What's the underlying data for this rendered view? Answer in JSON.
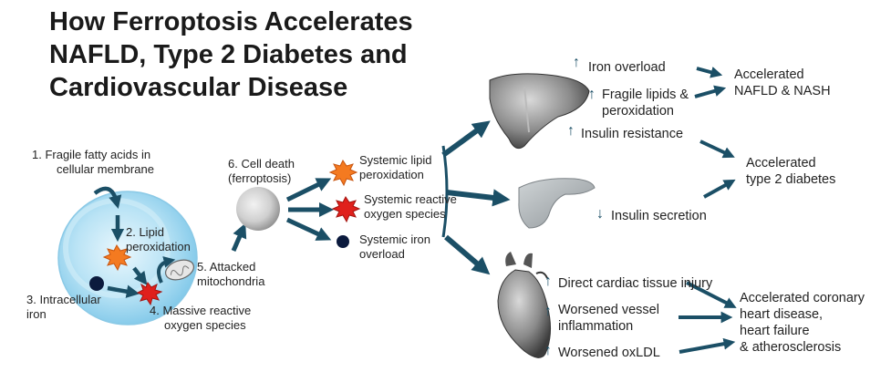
{
  "title": {
    "line1": "How Ferroptosis Accelerates",
    "line2": "NAFLD, Type 2 Diabetes and",
    "line3": "Cardiovascular Disease"
  },
  "cell": {
    "step1": [
      "1.   Fragile fatty acids in",
      "cellular membrane"
    ],
    "step2": [
      "2. Lipid",
      "peroxidation"
    ],
    "step3": [
      "3. Intracellular",
      "iron"
    ],
    "step4": [
      "4. Massive reactive",
      "oxygen species"
    ],
    "step5": [
      "5. Attacked",
      "mitochondria"
    ]
  },
  "death": {
    "label": [
      "6. Cell death",
      "(ferroptosis)"
    ]
  },
  "systemic": {
    "lipid": [
      "Systemic lipid",
      "peroxidation"
    ],
    "ros": [
      "Systemic reactive",
      "oxygen species"
    ],
    "iron": [
      "Systemic iron",
      "overload"
    ]
  },
  "liver": {
    "iron": "Iron overload",
    "lipids": [
      "Fragile lipids &",
      "peroxidation"
    ],
    "insulin": "Insulin resistance"
  },
  "pancreas": {
    "secretion": "Insulin secretion"
  },
  "heart": {
    "injury": "Direct cardiac tissue injury",
    "inflammation": [
      "Worsened vessel",
      "inflammation"
    ],
    "oxldl": "Worsened oxLDL"
  },
  "outcomes": {
    "nafld": [
      "Accelerated",
      "NAFLD & NASH"
    ],
    "diabetes": [
      "Accelerated",
      "type 2 diabetes"
    ],
    "cvd": [
      "Accelerated coronary",
      "heart disease,",
      "heart failure",
      "& atherosclerosis"
    ]
  },
  "colors": {
    "arrow": "#1b4f66",
    "cell": "#a9dcf2",
    "starburst": "#f47a20",
    "ros": "#e0201c",
    "iron": "#0b1a3d"
  },
  "icons": [
    "starburst-icon",
    "ros-burst-icon",
    "iron-dot-icon",
    "mitochondria-icon",
    "liver-icon",
    "pancreas-icon",
    "heart-icon"
  ]
}
